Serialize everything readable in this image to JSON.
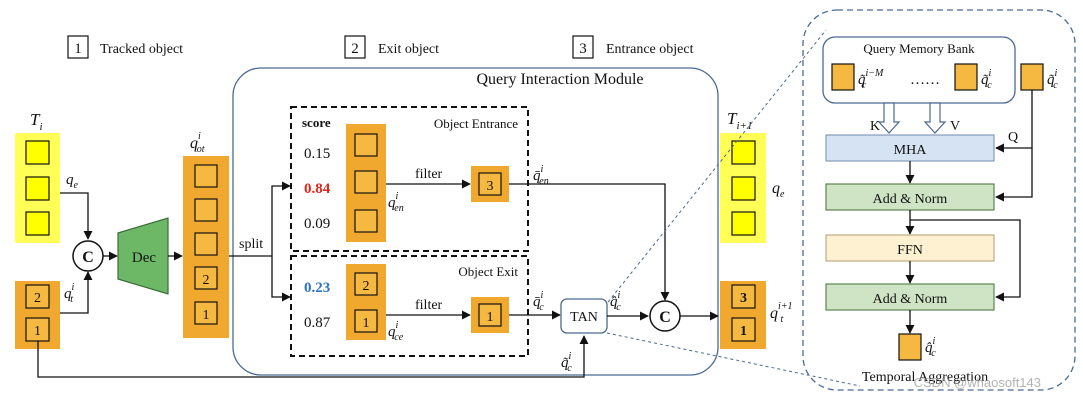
{
  "legend": {
    "n1": "1",
    "l1": "Tracked object",
    "n2": "2",
    "l2": "Exit object",
    "n3": "3",
    "l3": "Entrance object"
  },
  "qim": {
    "title": "Query Interaction Module",
    "entrance_title": "Object Entrance",
    "exit_title": "Object Exit",
    "score_header": "score",
    "entrance_scores": [
      "0.15",
      "0.84",
      "0.09"
    ],
    "exit_scores": [
      "0.23",
      "0.87"
    ],
    "filter_label": "filter",
    "split_label": "split",
    "tan_label": "TAN"
  },
  "left": {
    "T_base": "T",
    "T_sub": "i",
    "qe_base": "q",
    "qe_sub": "e",
    "qt_base": "q",
    "qt_sup": "i",
    "qt_sub": "t",
    "qot_base": "q",
    "qot_sup": "i",
    "qot_sub": "ot",
    "dec_label": "Dec",
    "concat_label": "C",
    "tracked_nums": [
      "2",
      "1"
    ],
    "qot_nums": [
      "2",
      "1"
    ]
  },
  "mid": {
    "qen_base": "q",
    "qen_sup": "i",
    "qen_sub": "en",
    "qce_base": "q",
    "qce_sup": "i",
    "qce_sub": "ce",
    "qen_bar_base": "q̄",
    "qen_bar_sup": "i",
    "qen_bar_sub": "en",
    "qc_bar_base": "q̄",
    "qc_bar_sup": "i",
    "qc_bar_sub": "c",
    "qc_hat_base": "q̂",
    "qc_hat_sup": "i",
    "qc_hat_sub": "c",
    "qc_tilde_base": "q̃",
    "qc_tilde_sup": "i",
    "qc_tilde_sub": "c",
    "entrance_box_num": "3",
    "exit_box_nums": [
      "2",
      "1"
    ],
    "filtered_exit_num": "1"
  },
  "right": {
    "T_base": "T",
    "T_sub": "i+1",
    "qe_base": "q",
    "qe_sub": "e",
    "qt_base": "q",
    "qt_sup": "i+1",
    "qt_sub": "t",
    "out_nums": [
      "3",
      "1"
    ]
  },
  "tan": {
    "title": "Query Memory Bank",
    "mem_first_base": "q̃",
    "mem_first_sup": "i−M",
    "mem_first_sub": "c",
    "mem_dots": "……",
    "mem_last_base": "q̃",
    "mem_last_sup": "i",
    "mem_last_sub": "c",
    "input_base": "q̃",
    "input_sup": "i",
    "input_sub": "c",
    "k_label": "K",
    "v_label": "V",
    "q_label": "Q",
    "mha_label": "MHA",
    "addnorm1_label": "Add & Norm",
    "ffn_label": "FFN",
    "addnorm2_label": "Add & Norm",
    "out_base": "q̂",
    "out_sup": "i",
    "out_sub": "c",
    "footer": "Temporal Aggregation"
  },
  "watermark": "CSDN @whaosoft143",
  "colors": {
    "yellow": "#ffff00",
    "orange": "#f5b942",
    "dec_green": "#6db867",
    "mha_blue": "#d6e3f3",
    "addnorm_green": "#cfe4c5",
    "ffn_cream": "#fdf1d2",
    "red_score": "#e0251b",
    "blue_score": "#2a73c5",
    "module_border": "#4a6a93"
  }
}
